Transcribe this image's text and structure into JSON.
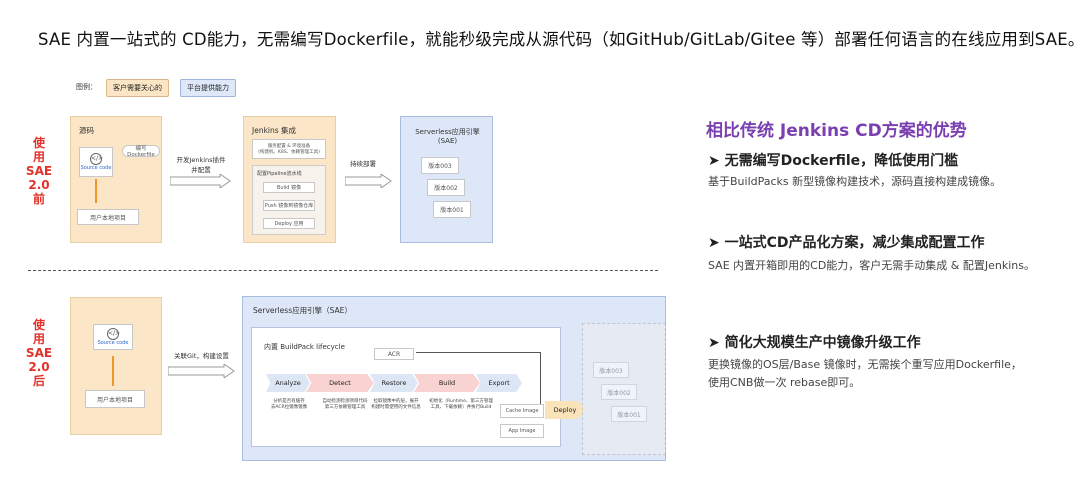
{
  "title": "SAE 内置一站式的 CD能力，无需编写Dockerfile，就能秒级完成从源代码（如GitHub/GitLab/Gitee 等）部署任何语言的在线应用到SAE。",
  "legend": {
    "label": "图例：",
    "customer": "客户需要关心的",
    "platform": "平台提供能力"
  },
  "before": {
    "era": "使\n用\nSAE\n2.0\n前",
    "source_title": "源码",
    "source_code": "Source code",
    "dockerfile": "编写Dockerfile",
    "local_project": "用户本地项目",
    "arrow1": "开发Jenkins插件\n并配置",
    "jenkins_title": "Jenkins 集成",
    "jenkins_prepare": "服务配置 & 环境准备\n(构建机、K8S、依赖管理工具)",
    "pipeline_title": "配置Pipeline流水线",
    "steps": [
      "Build 镜像",
      "Push 镜像到镜像仓库",
      "Deploy 应用"
    ],
    "arrow2": "持续部署",
    "sae_title": "Serverless应用引擎\n(SAE)",
    "versions": [
      "版本003",
      "版本002",
      "版本001"
    ]
  },
  "after": {
    "era": "使\n用\nSAE\n2.0\n后",
    "source_code": "Source code",
    "local_project": "用户本地项目",
    "arrow1": "关联Git，构建设置",
    "sae_title": "Serverless应用引擎（SAE）",
    "lifecycle": "内置 BuildPack lifecycle",
    "acr": "ACR",
    "stages": [
      "Analyze",
      "Detect",
      "Restore",
      "Build",
      "Export"
    ],
    "stage_desc": [
      "分析是否有缓存\n去ACR拉镜像镜像",
      "自动检测检测项目代码\n第三方依赖管理工具",
      "拉取镜像中的层，展开\n构建时需使用的文件信息",
      "初始化（Runtime、第三方管理\n工具、下载依赖）并执行Build",
      ""
    ],
    "cache_image": "Cache Image",
    "app_image": "App Image",
    "deploy": "Deploy",
    "versions": [
      "版本003",
      "版本002",
      "版本001"
    ]
  },
  "advantages": {
    "heading": "相比传统 Jenkins CD方案的优势",
    "items": [
      {
        "title": "➤  无需编写Dockerfile，降低使用门槛",
        "desc": "基于BuildPacks 新型镜像构建技术，源码直接构建成镜像。"
      },
      {
        "title": "➤  一站式CD产品化方案，减少集成配置工作",
        "desc": "SAE 内置开箱即用的CD能力，客户无需手动集成 & 配置Jenkins。"
      },
      {
        "title": "➤  简化大规模生产中镜像升级工作",
        "desc": "更换镜像的OS层/Base 镜像时，无需挨个重写应用Dockerfile，\n使用CNB做一次 rebase即可。"
      }
    ]
  },
  "colors": {
    "accent": "#7a3fb0",
    "era_red": "#e3322b",
    "orange_box": "#fbe6c8",
    "blue_box": "#dde7f7",
    "arrow_orange": "#f0962e"
  }
}
